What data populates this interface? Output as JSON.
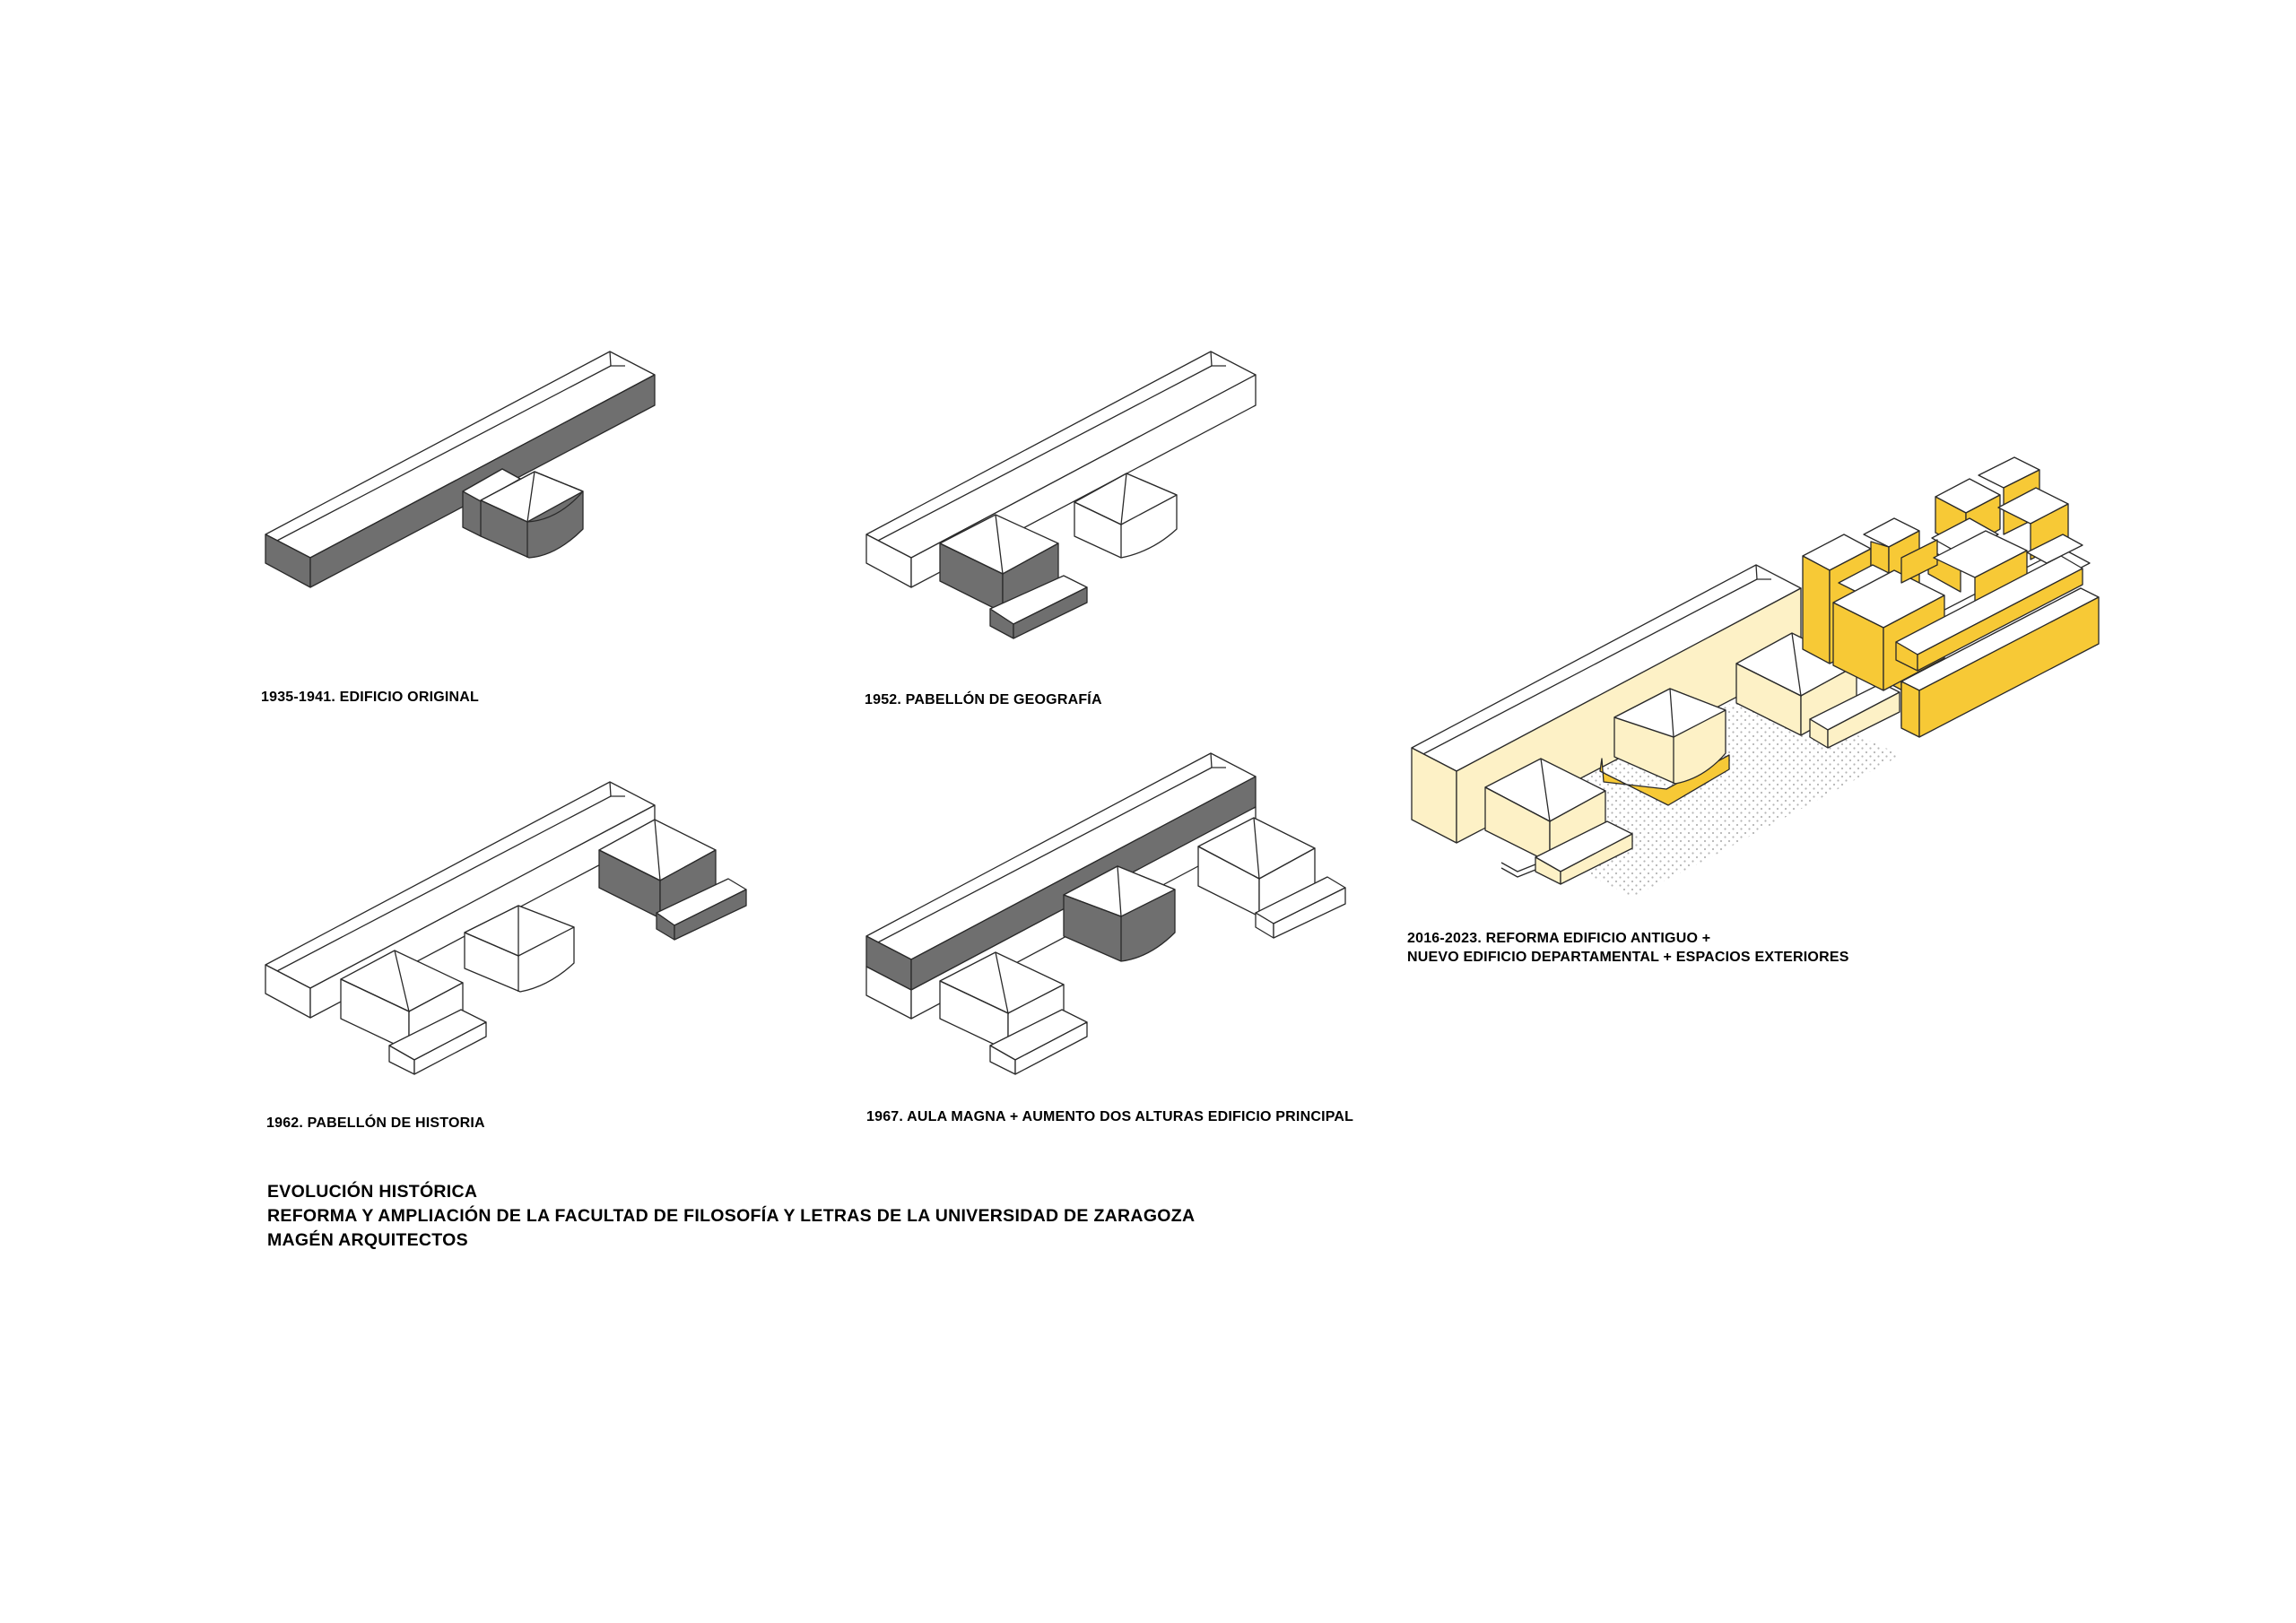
{
  "captions": {
    "p1": "1935-1941. EDIFICIO ORIGINAL",
    "p2": "1952. PABELLÓN DE GEOGRAFÍA",
    "p3": "1962. PABELLÓN DE HISTORIA",
    "p4": "1967.  AULA MAGNA + AUMENTO DOS ALTURAS EDIFICIO PRINCIPAL",
    "p5_line1": "2016-2023. REFORMA EDIFICIO ANTIGUO +",
    "p5_line2": "NUEVO EDIFICIO DEPARTAMENTAL + ESPACIOS EXTERIORES"
  },
  "title": {
    "line1": "EVOLUCIÓN HISTÓRICA",
    "line2": "REFORMA Y AMPLIACIÓN DE LA FACULTAD DE FILOSOFÍA Y LETRAS DE LA UNIVERSIDAD DE ZARAGOZA",
    "line3": "MAGÉN ARQUITECTOS"
  },
  "colors": {
    "line": "#2a2a2a",
    "existing_fill": "#ffffff",
    "highlight_dark": "#6f6f6f",
    "reform_light": "#fdf1c6",
    "new_yellow": "#f7c936",
    "exterior_dots": "#bdbdbd"
  }
}
